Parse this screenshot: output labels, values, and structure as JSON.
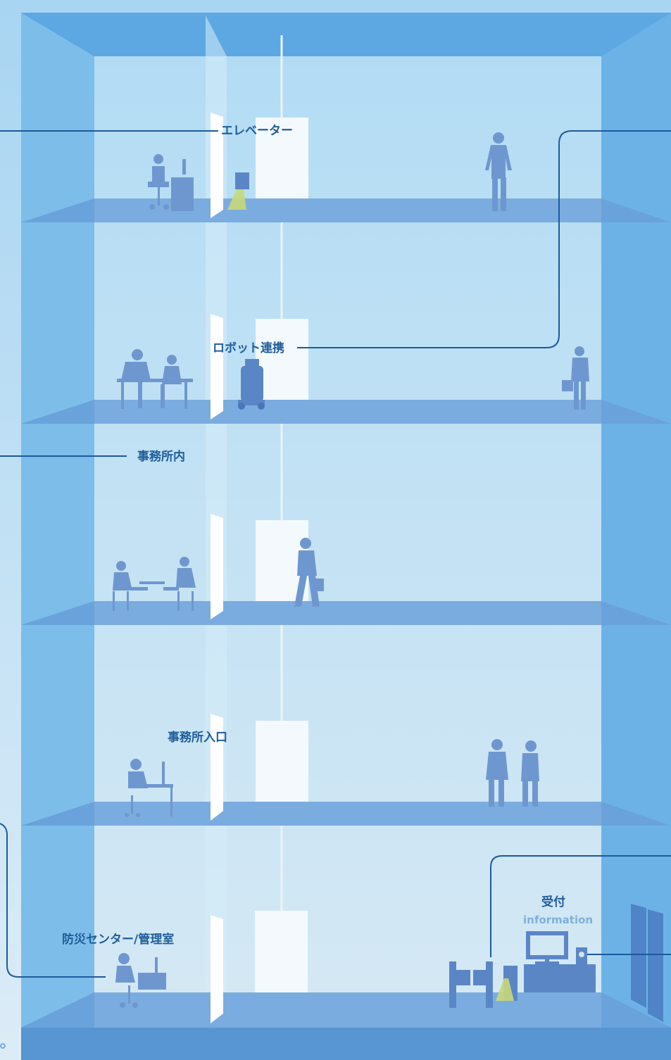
{
  "labels": {
    "elevator": "エレベーター",
    "robot": "ロボット連携",
    "office_inside": "事務所内",
    "office_entrance": "事務所入口",
    "disaster_center": "防災センター/管理室",
    "reception": "受付",
    "reception_sub": "information"
  },
  "colors": {
    "sky": "#bfe1f5",
    "wall_dark": "#5ea5e0",
    "wall_light": "#7cbbea",
    "floor_slab": "#6aa3dc",
    "callout_line": "#1c5a9c",
    "label_text": "#1f5d9c",
    "silhouette": "#6f97cf"
  }
}
